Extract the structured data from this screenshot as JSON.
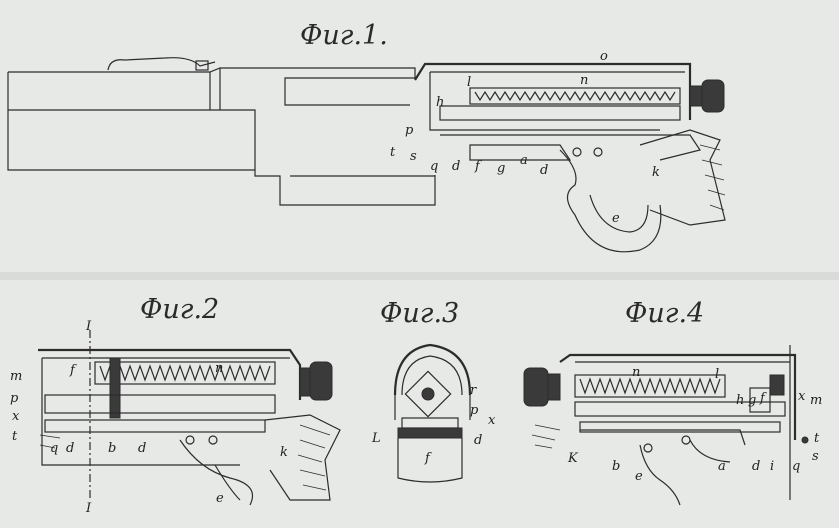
{
  "figures": [
    {
      "id": "fig1",
      "title": "Фиг.1.",
      "labels": [
        "o",
        "n",
        "h",
        "l",
        "p",
        "t",
        "s",
        "q",
        "d",
        "f",
        "g",
        "a",
        "d",
        "k",
        "e"
      ]
    },
    {
      "id": "fig2",
      "title": "Фиг.2",
      "labels": [
        "I",
        "m",
        "f",
        "n",
        "p",
        "x",
        "t",
        "q",
        "d",
        "b",
        "d",
        "k",
        "e",
        "I"
      ]
    },
    {
      "id": "fig3",
      "title": "Фиг.3",
      "labels": [
        "L",
        "r",
        "p",
        "x",
        "d",
        "f"
      ]
    },
    {
      "id": "fig4",
      "title": "Фиг.4",
      "labels": [
        "n",
        "l",
        "h",
        "g",
        "f",
        "x",
        "m",
        "K",
        "b",
        "e",
        "a",
        "d",
        "i",
        "q",
        "s",
        "t"
      ]
    }
  ],
  "colors": {
    "paper": "#e7e9e6",
    "ink": "#2c2c2c"
  }
}
